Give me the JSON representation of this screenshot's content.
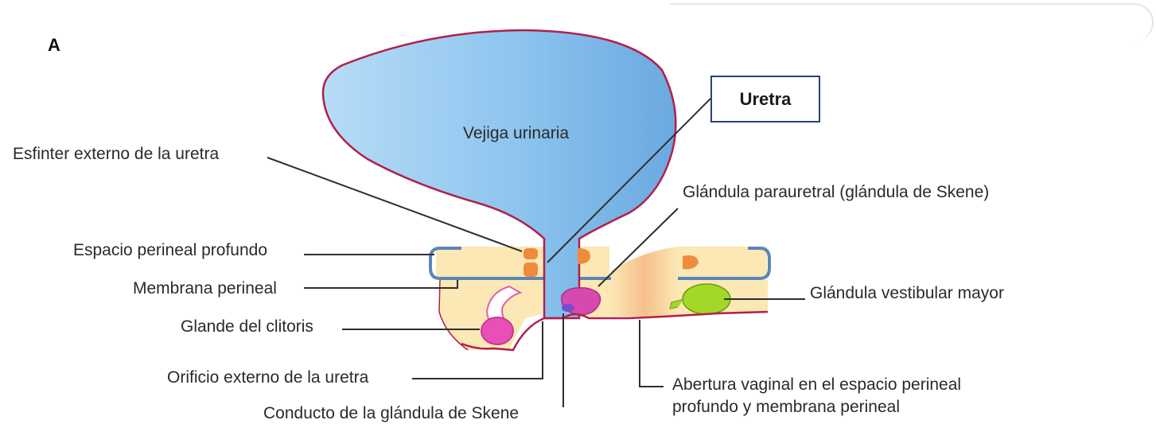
{
  "panel_letter": "A",
  "title_box": "Uretra",
  "labels": {
    "bladder": "Vejiga urinaria",
    "external_sphincter": "Esfinter externo de la uretra",
    "paraurethral_gland": "Glándula parauretral (glándula de Skene)",
    "deep_perineal_space": "Espacio perineal profundo",
    "perineal_membrane": "Membrana perineal",
    "greater_vestibular_gland": "Glándula vestibular mayor",
    "glans_clitoris": "Glande del clitoris",
    "external_urethral_orifice": "Orificio externo de la uretra",
    "vaginal_opening_line1": "Abertura vaginal en el espacio perineal",
    "vaginal_opening_line2": "profundo y membrana perineal",
    "skene_duct": "Conducto de la glándula de Skene"
  },
  "colors": {
    "bladder_fill": "#8ec4ee",
    "bladder_outline": "#b0204a",
    "tissue_yellow": "#fbe8b4",
    "tissue_orange": "#f6c08c",
    "membrane_blue": "#5b86b8",
    "sphincter_orange": "#f08a3c",
    "clitoris_pink": "#e850b8",
    "gland_green": "#a4d828",
    "leader_line": "#2f2f2f",
    "box_border": "#2c3f7a"
  }
}
